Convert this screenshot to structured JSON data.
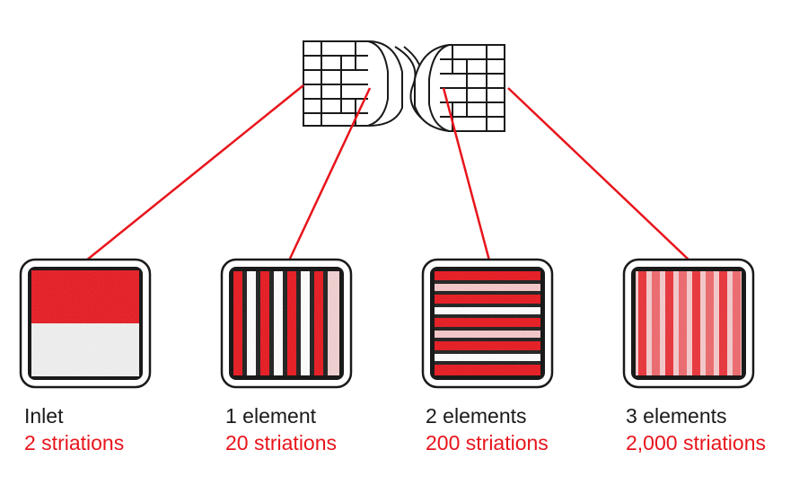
{
  "colors": {
    "accent": "#e8141b",
    "ink": "#1a1a1a",
    "background": "#ffffff"
  },
  "stages": [
    {
      "name": "Inlet",
      "count": "2 striations",
      "pattern": "inlet"
    },
    {
      "name": "1 element",
      "count": "20 striations",
      "pattern": "vertical"
    },
    {
      "name": "2 elements",
      "count": "200 striations",
      "pattern": "horizontal"
    },
    {
      "name": "3 elements",
      "count": "2,000 striations",
      "pattern": "vertical-dense"
    }
  ],
  "mixer_icon": "static-mixer-element-icon"
}
